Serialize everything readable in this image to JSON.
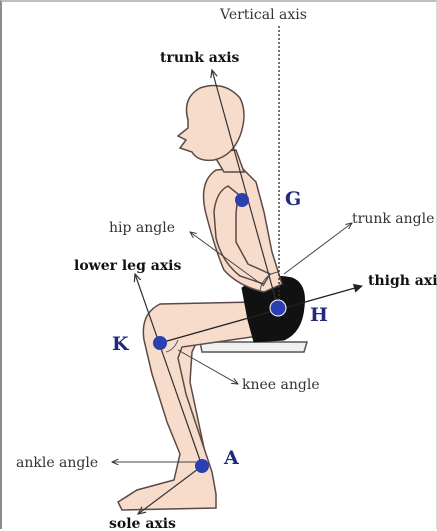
{
  "labels": {
    "vertical_axis": "Vertical axis",
    "trunk_axis": "trunk axis",
    "hip_angle": "hip angle",
    "trunk_angle": "trunk angle",
    "lower_leg_axis": "lower leg axis",
    "thigh_axis": "thigh axis",
    "knee_angle": "knee angle",
    "ankle_angle": "ankle angle",
    "sole_axis": "sole axis"
  },
  "points": {
    "G": "G",
    "H": "H",
    "K": "K",
    "A": "A"
  },
  "colors": {
    "skin": "#f7dccb",
    "outline": "#5a4a46",
    "joint": "#2c3fb0",
    "point_label": "#1f2a7a",
    "shorts": "#111111",
    "seat": "#f0f0f0"
  }
}
